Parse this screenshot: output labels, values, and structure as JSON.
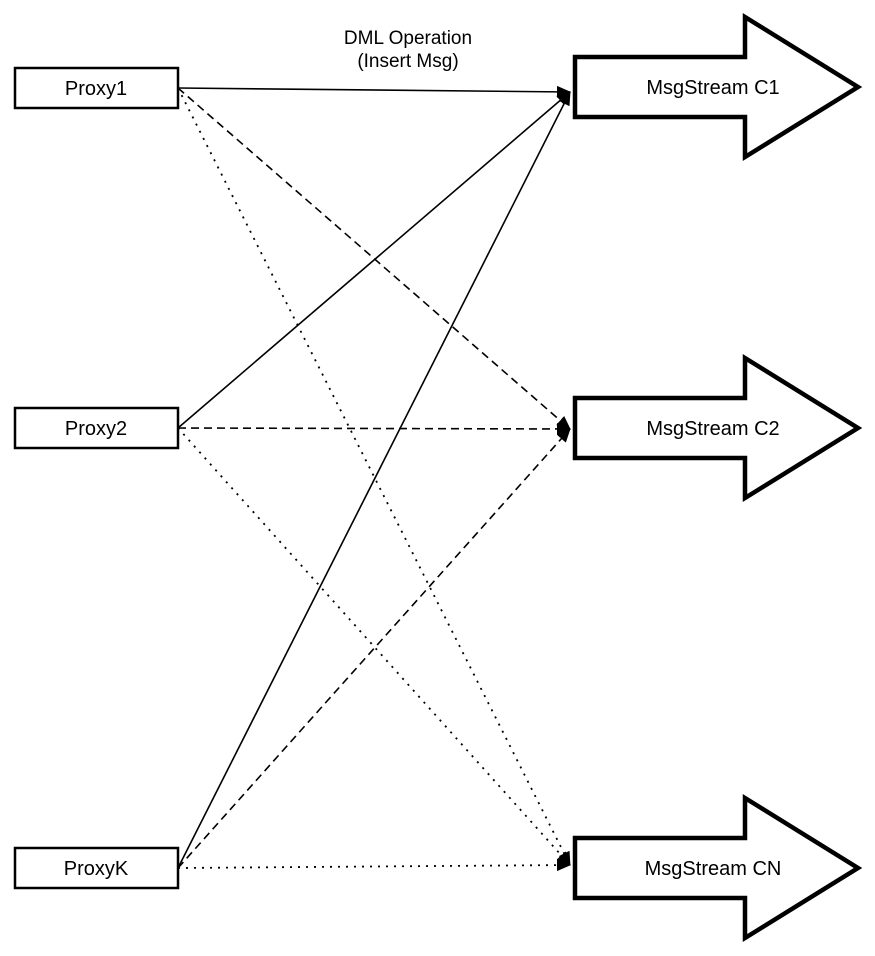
{
  "diagram": {
    "title": {
      "line1": "DML Operation",
      "line2": "(Insert Msg)"
    },
    "proxies": [
      {
        "id": "proxy1",
        "label": "Proxy1"
      },
      {
        "id": "proxy2",
        "label": "Proxy2"
      },
      {
        "id": "proxyk",
        "label": "ProxyK"
      }
    ],
    "streams": [
      {
        "id": "c1",
        "label": "MsgStream C1"
      },
      {
        "id": "c2",
        "label": "MsgStream C2"
      },
      {
        "id": "cn",
        "label": "MsgStream CN"
      }
    ],
    "edges": [
      {
        "from": "proxy1",
        "to": "c1",
        "style": "solid"
      },
      {
        "from": "proxy2",
        "to": "c1",
        "style": "solid"
      },
      {
        "from": "proxyk",
        "to": "c1",
        "style": "solid"
      },
      {
        "from": "proxy1",
        "to": "c2",
        "style": "dashed"
      },
      {
        "from": "proxy2",
        "to": "c2",
        "style": "dashed"
      },
      {
        "from": "proxyk",
        "to": "c2",
        "style": "dashed"
      },
      {
        "from": "proxy1",
        "to": "cn",
        "style": "dotted"
      },
      {
        "from": "proxy2",
        "to": "cn",
        "style": "dotted"
      },
      {
        "from": "proxyk",
        "to": "cn",
        "style": "dotted"
      }
    ],
    "colors": {
      "stroke": "#000000",
      "fill": "#ffffff",
      "background": "#ffffff"
    }
  }
}
